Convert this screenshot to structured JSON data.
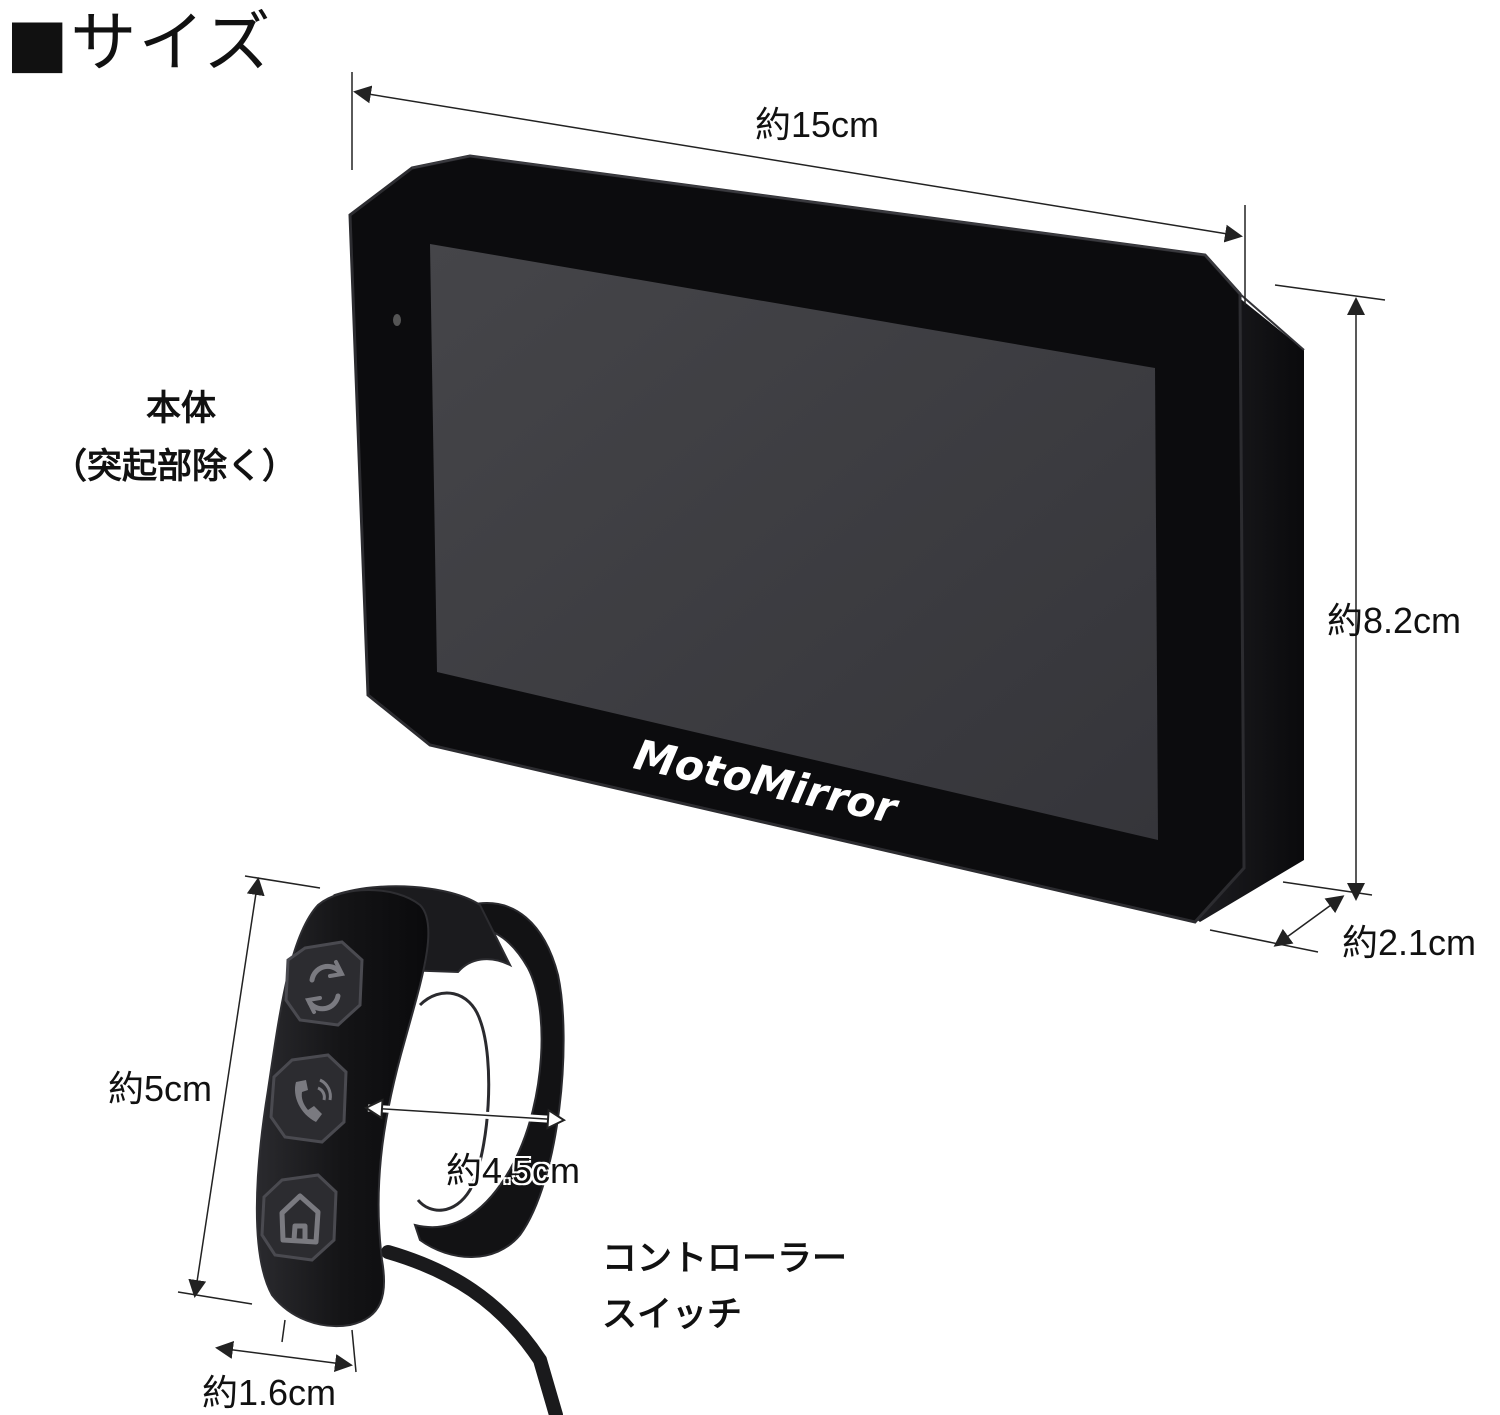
{
  "title": "■サイズ",
  "main_unit": {
    "label_line1": "本体",
    "label_line2": "（突起部除く）",
    "brand_logo_text": "MotoMirror",
    "width_dim": "約15cm",
    "height_dim": "約8.2cm",
    "depth_dim": "約2.1cm"
  },
  "controller": {
    "label_line1": "コントローラー",
    "label_line2": "スイッチ",
    "height_dim": "約5cm",
    "inner_diameter_dim": "約4.5cm",
    "width_dim": "約1.6cm",
    "button_icons": [
      "refresh-icon",
      "phone-icon",
      "home-icon"
    ]
  },
  "colors": {
    "body": "#0c0c0e",
    "bezel_edge": "#2c2c30",
    "screen": "#3c3c40",
    "dimension_line": "#222222"
  }
}
